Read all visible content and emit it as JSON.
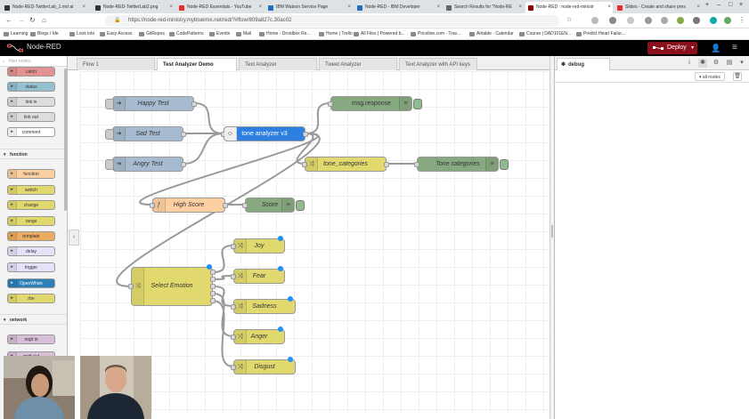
{
  "browser": {
    "tabs": [
      {
        "label": "Node-RED-TwitterLab_1.md at",
        "color": "#333333"
      },
      {
        "label": "Node-RED-TwitterLab2.png",
        "color": "#333333"
      },
      {
        "label": "Node-RED Essentials - YouTube",
        "color": "#e52d27"
      },
      {
        "label": "IBM Watson Service Page",
        "color": "#1f70c1"
      },
      {
        "label": "Node-RED - IBM Developer",
        "color": "#1f70c1"
      },
      {
        "label": "Search Results for \"Node-RE",
        "color": "#666666"
      },
      {
        "label": "Node-RED : node-red-ministr",
        "color": "#8f0000"
      },
      {
        "label": "Slides - Create and share pres",
        "color": "#e52d27"
      }
    ],
    "url": "https://node-red-ministry.mybluemix.net/red/?#flow/809a827c.30ac02",
    "bookmarks": [
      "Learning",
      "Blogs / Ide",
      "Look into",
      "Easy Access",
      "GitRepos",
      "CodePatterns",
      "Events",
      "Mail",
      "Home - Droidbox Re...",
      "Home | Trello",
      "All Files | Powered b...",
      "Priceline.com - Trav...",
      "Airtable - Calendar",
      "Course | DAD101EN...",
      "Predict Heart Failur..."
    ]
  },
  "header": {
    "title": "Node-RED",
    "deploy_label": "Deploy"
  },
  "palette": {
    "filter_placeholder": "filter nodes",
    "groups": [
      {
        "kind": "node",
        "label": "catch",
        "color": "#e49191"
      },
      {
        "kind": "node",
        "label": "status",
        "color": "#94c1d0"
      },
      {
        "kind": "node",
        "label": "link in",
        "color": "#dddddd"
      },
      {
        "kind": "node",
        "label": "link out",
        "color": "#dddddd"
      },
      {
        "kind": "node",
        "label": "comment",
        "color": "#ffffff"
      },
      {
        "kind": "cat",
        "label": "function"
      },
      {
        "kind": "node",
        "label": "function",
        "color": "#fdd0a2"
      },
      {
        "kind": "node",
        "label": "switch",
        "color": "#e2d96e"
      },
      {
        "kind": "node",
        "label": "change",
        "color": "#e2d96e"
      },
      {
        "kind": "node",
        "label": "range",
        "color": "#e2d96e"
      },
      {
        "kind": "node",
        "label": "template",
        "color": "#ebab61"
      },
      {
        "kind": "node",
        "label": "delay",
        "color": "#e6e0f8"
      },
      {
        "kind": "node",
        "label": "trigger",
        "color": "#e6e0f8"
      },
      {
        "kind": "node",
        "label": "OpenWhisk",
        "color": "#2d7fb8"
      },
      {
        "kind": "node",
        "label": "rbe",
        "color": "#e2d96e"
      },
      {
        "kind": "cat",
        "label": "network"
      },
      {
        "kind": "node",
        "label": "mqtt in",
        "color": "#d8bfd8"
      },
      {
        "kind": "node",
        "label": "mqtt out",
        "color": "#d8bfd8"
      }
    ]
  },
  "workspace": {
    "tabs": [
      "Flow 1",
      "Test Analyzer Demo",
      "Text Analyzer",
      "Tweet Analyzer",
      "Text Analyzer with API keys"
    ],
    "active_tab": 1,
    "nodes": {
      "happy": "Happy Test",
      "sad": "Sad Test",
      "angry": "Angry Test",
      "tone": "tone analyzer v3",
      "msgresp": "msg.response",
      "tonecat": "tone_categories",
      "tonecatdbg": "Tone categories",
      "high": "High Score",
      "score": "Score",
      "select": "Select Emotion",
      "joy": "Joy",
      "fear": "Fear",
      "sadness": "Sadness",
      "anger": "Anger",
      "disgust": "Disgust"
    }
  },
  "sidebar": {
    "tab": "debug",
    "filter_label": "all nodes"
  },
  "colors": {
    "inject": "#a6bbcf",
    "debug": "#87a980",
    "function": "#fdd0a2",
    "switch": "#e2d96e",
    "watson": "#2d7fe0",
    "deploy": "#8c101c"
  }
}
